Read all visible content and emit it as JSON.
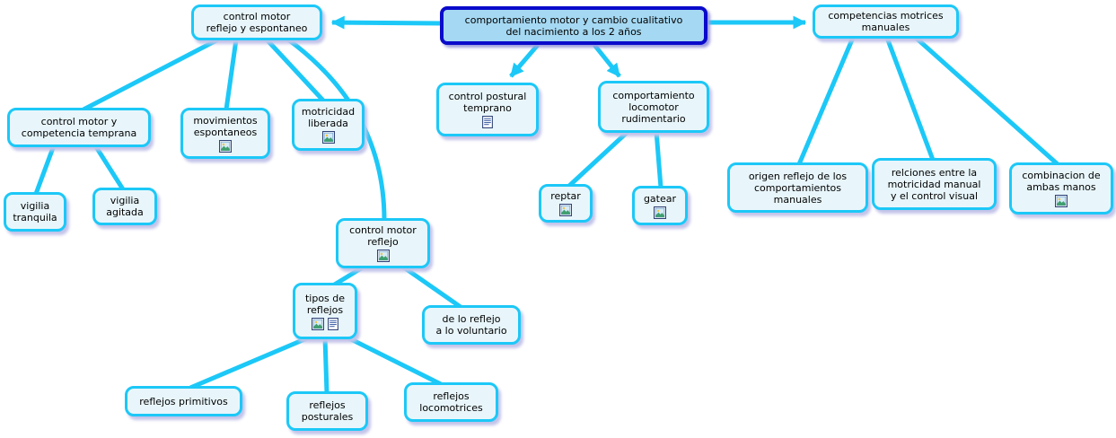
{
  "title": "concept map: comportamiento motor",
  "colors": {
    "edge": "#1cc8f7",
    "node_border": "#1cc8f7",
    "node_background": "#e8f6fb",
    "central_border": "#0a0acb",
    "central_background": "#a5d8f2",
    "shadow": "#c3c3ea",
    "text": "#000000"
  },
  "icons": {
    "image_resource": "image-resource-icon",
    "text_resource": "text-resource-icon"
  },
  "nodes": {
    "central": {
      "label": "comportamiento motor y cambio cualitativo\ndel nacimiento a los 2 años"
    },
    "reflejo_espontaneo": {
      "label": "control motor\nreflejo y espontaneo"
    },
    "competencias_manuales": {
      "label": "competencias motrices\nmanuales"
    },
    "postural_temprano": {
      "label": "control postural\ntemprano",
      "icons": [
        "text_resource"
      ]
    },
    "locomotor_rudimentario": {
      "label": "comportamiento\nlocomotor\nrudimentario"
    },
    "competencia_temprana": {
      "label": "control motor y\ncompetencia temprana"
    },
    "movimientos_espontaneos": {
      "label": "movimientos\nespontaneos",
      "icons": [
        "image_resource"
      ]
    },
    "motricidad_liberada": {
      "label": "motricidad\nliberada",
      "icons": [
        "image_resource"
      ]
    },
    "vigilia_tranquila": {
      "label": "vigilia\ntranquila"
    },
    "vigilia_agitada": {
      "label": "vigilia\nagitada"
    },
    "control_motor_reflejo": {
      "label": "control motor\nreflejo",
      "icons": [
        "image_resource"
      ]
    },
    "tipos_de_reflejos": {
      "label": "tipos de\nreflejos",
      "icons": [
        "image_resource",
        "text_resource"
      ]
    },
    "reflejo_a_voluntario": {
      "label": "de lo reflejo\na lo voluntario"
    },
    "reflejos_primitivos": {
      "label": "reflejos primitivos"
    },
    "reflejos_posturales": {
      "label": "reflejos\nposturales"
    },
    "reflejos_locomotrices": {
      "label": "reflejos\nlocomotrices"
    },
    "reptar": {
      "label": "reptar",
      "icons": [
        "image_resource"
      ]
    },
    "gatear": {
      "label": "gatear",
      "icons": [
        "image_resource"
      ]
    },
    "origen_reflejo": {
      "label": "origen reflejo de los\ncomportamientos\nmanuales"
    },
    "relaciones_motricidad": {
      "label": "relciones entre la\nmotricidad manual\ny el control visual"
    },
    "combinacion_manos": {
      "label": "combinacion de\nambas manos",
      "icons": [
        "image_resource"
      ]
    }
  },
  "edges": [
    {
      "from": "central",
      "to": "reflejo_espontaneo",
      "arrow": true
    },
    {
      "from": "central",
      "to": "competencias_manuales",
      "arrow": true
    },
    {
      "from": "central",
      "to": "postural_temprano",
      "arrow": true
    },
    {
      "from": "central",
      "to": "locomotor_rudimentario",
      "arrow": true
    },
    {
      "from": "reflejo_espontaneo",
      "to": "competencia_temprana",
      "arrow": false
    },
    {
      "from": "reflejo_espontaneo",
      "to": "movimientos_espontaneos",
      "arrow": false
    },
    {
      "from": "reflejo_espontaneo",
      "to": "motricidad_liberada",
      "arrow": false
    },
    {
      "from": "reflejo_espontaneo",
      "to": "control_motor_reflejo",
      "arrow": false
    },
    {
      "from": "competencia_temprana",
      "to": "vigilia_tranquila",
      "arrow": false
    },
    {
      "from": "competencia_temprana",
      "to": "vigilia_agitada",
      "arrow": false
    },
    {
      "from": "control_motor_reflejo",
      "to": "tipos_de_reflejos",
      "arrow": false
    },
    {
      "from": "control_motor_reflejo",
      "to": "reflejo_a_voluntario",
      "arrow": false
    },
    {
      "from": "tipos_de_reflejos",
      "to": "reflejos_primitivos",
      "arrow": false
    },
    {
      "from": "tipos_de_reflejos",
      "to": "reflejos_posturales",
      "arrow": false
    },
    {
      "from": "tipos_de_reflejos",
      "to": "reflejos_locomotrices",
      "arrow": false
    },
    {
      "from": "locomotor_rudimentario",
      "to": "reptar",
      "arrow": false
    },
    {
      "from": "locomotor_rudimentario",
      "to": "gatear",
      "arrow": false
    },
    {
      "from": "competencias_manuales",
      "to": "origen_reflejo",
      "arrow": false
    },
    {
      "from": "competencias_manuales",
      "to": "relaciones_motricidad",
      "arrow": false
    },
    {
      "from": "competencias_manuales",
      "to": "combinacion_manos",
      "arrow": false
    }
  ]
}
